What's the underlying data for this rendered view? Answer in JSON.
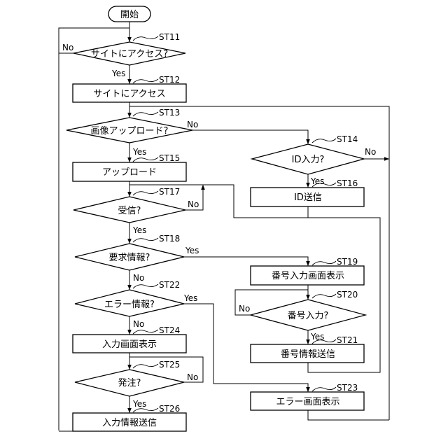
{
  "flowchart": {
    "nodes": {
      "start": {
        "label": "開始"
      },
      "st11": {
        "step": "ST11",
        "label": "サイトにアクセス?"
      },
      "st12": {
        "step": "ST12",
        "label": "サイトにアクセス"
      },
      "st13": {
        "step": "ST13",
        "label": "画像アップロード?"
      },
      "st14": {
        "step": "ST14",
        "label": "ID入力?"
      },
      "st15": {
        "step": "ST15",
        "label": "アップロード"
      },
      "st16": {
        "step": "ST16",
        "label": "ID送信"
      },
      "st17": {
        "step": "ST17",
        "label": "受信?"
      },
      "st18": {
        "step": "ST18",
        "label": "要求情報?"
      },
      "st19": {
        "step": "ST19",
        "label": "番号入力画面表示"
      },
      "st20": {
        "step": "ST20",
        "label": "番号入力?"
      },
      "st21": {
        "step": "ST21",
        "label": "番号情報送信"
      },
      "st22": {
        "step": "ST22",
        "label": "エラー情報?"
      },
      "st23": {
        "step": "ST23",
        "label": "エラー画面表示"
      },
      "st24": {
        "step": "ST24",
        "label": "入力画面表示"
      },
      "st25": {
        "step": "ST25",
        "label": "発注?"
      },
      "st26": {
        "step": "ST26",
        "label": "入力情報送信"
      }
    },
    "edge_labels": {
      "st11_no": "No",
      "st11_yes": "Yes",
      "st13_no": "No",
      "st13_yes": "Yes",
      "st14_no": "No",
      "st14_yes": "Yes",
      "st17_no": "No",
      "st17_yes": "Yes",
      "st18_yes": "Yes",
      "st18_no": "No",
      "st20_no": "No",
      "st20_yes": "Yes",
      "st22_yes": "Yes",
      "st22_no": "No",
      "st25_no": "No",
      "st25_yes": "Yes"
    }
  }
}
